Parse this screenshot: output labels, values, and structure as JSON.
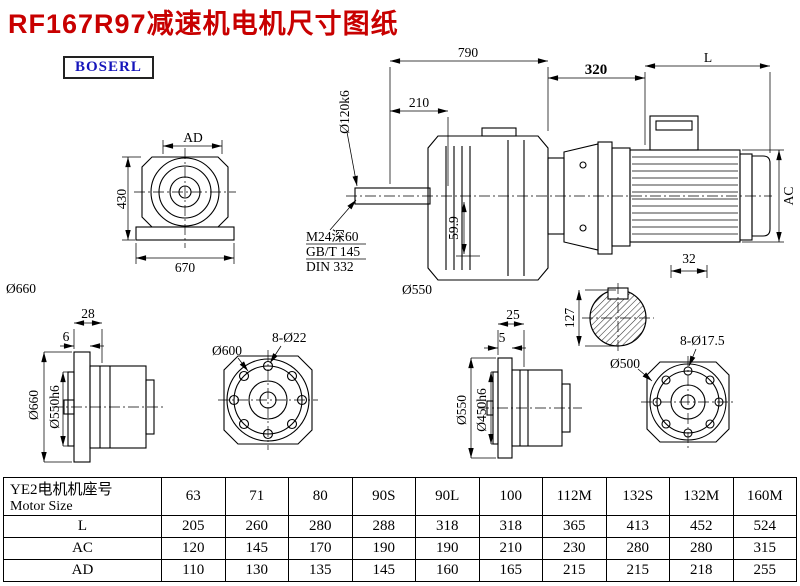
{
  "title": "RF167R97减速机电机尺寸图纸",
  "logo": "BOSERL",
  "labels": {
    "dim_790": "790",
    "dim_210": "210",
    "shaft_dia": "Ø120k6",
    "dim_320": "320",
    "dim_L": "L",
    "dim_AC": "AC",
    "dim_AD": "AD",
    "dim_430": "430",
    "dim_670": "670",
    "dia_660_front": "Ø660",
    "note_m24": "M24深60",
    "note_gbt": "GB/T 145",
    "note_din": "DIN 332",
    "dim_599": "59.9",
    "dia_550_mid": "Ø550",
    "dim_32": "32",
    "dim_127": "127",
    "bl_dim_28": "28",
    "bl_dim_6": "6",
    "bl_dia_660": "Ø660",
    "bl_dia_550h6": "Ø550h6",
    "fl1_dia": "Ø600",
    "fl1_holes": "8-Ø22",
    "bm_dim_25": "25",
    "bm_dim_5": "5",
    "bm_dia_550": "Ø550",
    "bm_dia_450h6": "Ø450h6",
    "fl2_dia": "Ø500",
    "fl2_holes": "8-Ø17.5"
  },
  "table": {
    "header_line1": "YE2电机机座号",
    "header_line2": "Motor Size",
    "sizes": [
      "63",
      "71",
      "80",
      "90S",
      "90L",
      "100",
      "112M",
      "132S",
      "132M",
      "160M"
    ],
    "rows": [
      {
        "label": "L",
        "values": [
          "205",
          "260",
          "280",
          "288",
          "318",
          "318",
          "365",
          "413",
          "452",
          "524"
        ]
      },
      {
        "label": "AC",
        "values": [
          "120",
          "145",
          "170",
          "190",
          "190",
          "210",
          "230",
          "280",
          "280",
          "315"
        ]
      },
      {
        "label": "AD",
        "values": [
          "110",
          "130",
          "135",
          "145",
          "160",
          "165",
          "215",
          "215",
          "218",
          "255"
        ]
      }
    ]
  }
}
